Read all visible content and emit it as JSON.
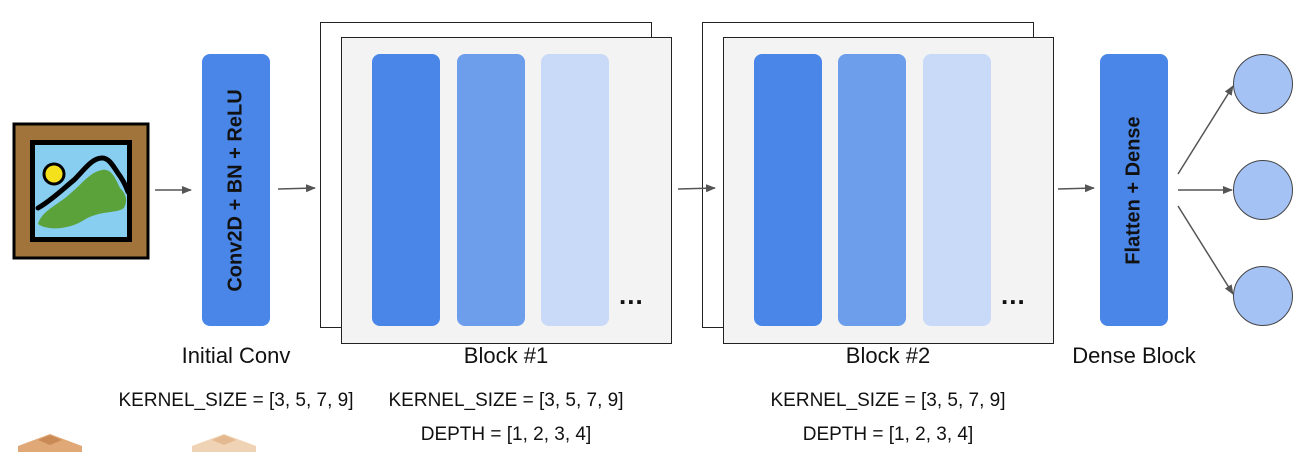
{
  "stages": {
    "initial_conv": {
      "box_text": "Conv2D + BN + ReLU",
      "caption": "Initial Conv",
      "kernel_size": "KERNEL_SIZE = [3, 5, 7, 9]"
    },
    "block1": {
      "caption": "Block #1",
      "kernel_size": "KERNEL_SIZE = [3, 5, 7, 9]",
      "depth": "DEPTH = [1, 2, 3, 4]",
      "ellipsis": "..."
    },
    "block2": {
      "caption": "Block #2",
      "kernel_size": "KERNEL_SIZE = [3, 5, 7, 9]",
      "depth": "DEPTH = [1, 2, 3, 4]",
      "ellipsis": "..."
    },
    "dense": {
      "box_text": "Flatten + Dense",
      "caption": "Dense Block"
    }
  },
  "output_nodes": 3,
  "icons": {
    "input": "framed-picture-icon",
    "bottom_left": "package-box-icon"
  },
  "colors": {
    "dark_blue": "#4a86e8",
    "mid_blue": "#6d9eeb",
    "light_blue": "#c9daf8",
    "node_blue": "#a4c2f4",
    "frame_brown": "#a0743a",
    "sky": "#87cef0",
    "hill": "#5ba23a",
    "sun": "#f5e11b"
  }
}
